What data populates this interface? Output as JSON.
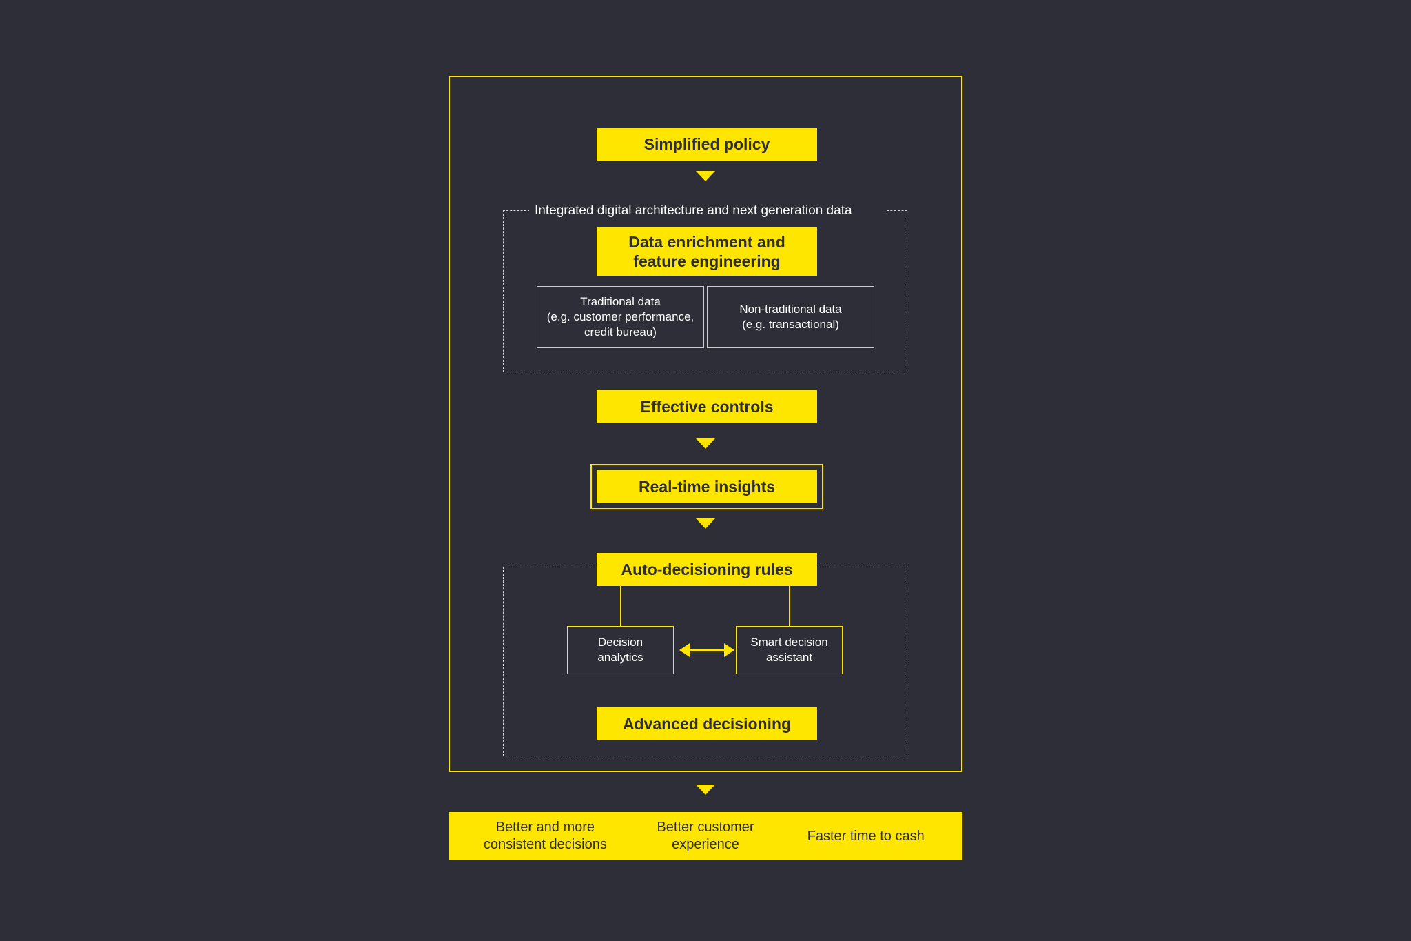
{
  "theme": {
    "background": "#2e2e38",
    "accent_yellow": "#ffe600",
    "text_light": "#ffffff",
    "text_dark": "#2e2e38",
    "dashed_border": "#d8d8df"
  },
  "flow": {
    "step_policy": "Simplified policy",
    "arrow_policy_to_data": "down-arrow",
    "data_group": {
      "caption": "Integrated digital architecture and next generation data",
      "main_block": "Data enrichment and\nfeature engineering",
      "main_block_line1": "Data enrichment and",
      "main_block_line2": "feature engineering",
      "sources": [
        {
          "line1": "Traditional data",
          "line2": "(e.g. customer performance,",
          "line3": "credit bureau)"
        },
        {
          "line1": "Non-traditional data",
          "line2": "(e.g. transactional)",
          "line3": ""
        }
      ]
    },
    "step_controls": "Effective controls",
    "arrow_controls_to_insights": "down-arrow",
    "step_insights": "Real-time insights",
    "insights_highlighted": "true",
    "arrow_insights_to_rules": "down-arrow",
    "decisioning_group": {
      "header_block": "Auto-decisioning rules",
      "left_node_line1": "Decision",
      "left_node_line2": "analytics",
      "right_node_line1": "Smart decision",
      "right_node_line2": "assistant",
      "between_nodes_arrow": "double-headed-arrow",
      "footer_block": "Advanced decisioning"
    },
    "arrow_frame_to_outcomes": "down-arrow"
  },
  "outcomes": [
    {
      "line1": "Better and more",
      "line2": "consistent decisions"
    },
    {
      "line1": "Better customer",
      "line2": "experience"
    },
    {
      "line1": "Faster time to cash",
      "line2": ""
    }
  ]
}
